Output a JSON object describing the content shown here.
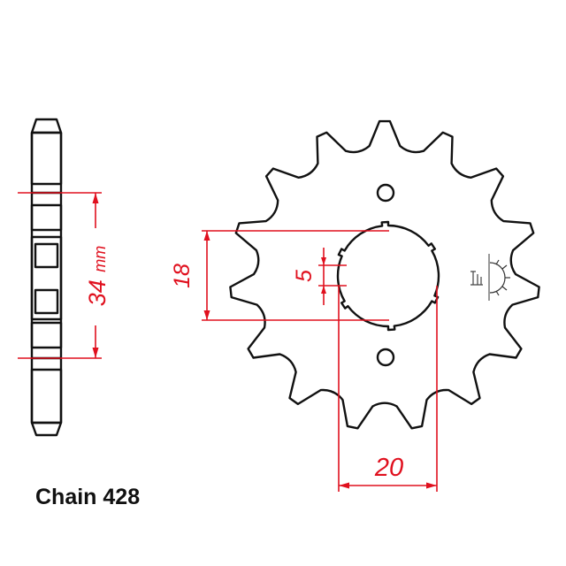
{
  "caption": "Chain 428",
  "dimensions": {
    "bolt_spacing": "34",
    "bolt_spacing_unit": "mm",
    "spline_outer": "18",
    "spline_width": "5",
    "shaft_diameter": "20"
  },
  "sprocket": {
    "teeth": 15
  },
  "colors": {
    "outline": "#111111",
    "dimension": "#e0101e"
  },
  "icons": [
    "sun-symbol-icon"
  ]
}
